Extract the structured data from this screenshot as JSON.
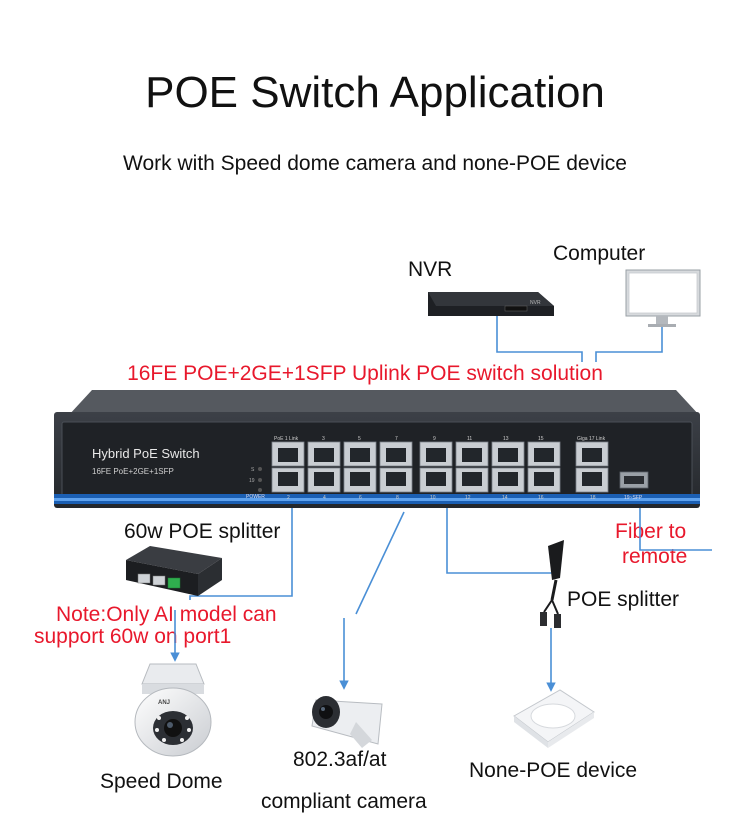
{
  "title": "POE Switch Application",
  "subtitle": "Work with Speed dome camera and none-POE device",
  "headline": "16FE POE+2GE+1SFP Uplink POE switch solution",
  "devices": {
    "nvr": {
      "label": "NVR",
      "badge": "NVR"
    },
    "computer": {
      "label": "Computer"
    },
    "splitter60": {
      "label": "60w POE splitter"
    },
    "poe_splitter": {
      "label": "POE splitter"
    },
    "fiber": {
      "line1": "Fiber to",
      "line2": "remote"
    },
    "note": {
      "line1": "Note:Only AI model can",
      "line2": "support 60w on port1"
    },
    "speed_dome": {
      "label": "Speed Dome",
      "brand": "ANJ"
    },
    "camera": {
      "line1": "802.3af/at",
      "line2": "compliant camera"
    },
    "none_poe": {
      "label": "None-POE device"
    }
  },
  "switch": {
    "name": "Hybrid PoE Switch",
    "spec": "16FE PoE+2GE+1SFP",
    "led_s": "S",
    "led_19": "19",
    "power": "POWER",
    "poe_link": "PoE  1  Link",
    "top_nums": [
      "3",
      "5",
      "7",
      "9",
      "11",
      "13",
      "15"
    ],
    "bottom_nums": [
      "2",
      "4",
      "6",
      "8",
      "10",
      "12",
      "14",
      "16"
    ],
    "giga_link": "Giga  17  Link",
    "giga_bottom": "18",
    "sfp_label": "19~SFP"
  },
  "colors": {
    "accent_red": "#e8182c",
    "line_blue": "#4a8fd6",
    "switch_body": "#2b2e33",
    "switch_trim": "#3a7fd0"
  }
}
